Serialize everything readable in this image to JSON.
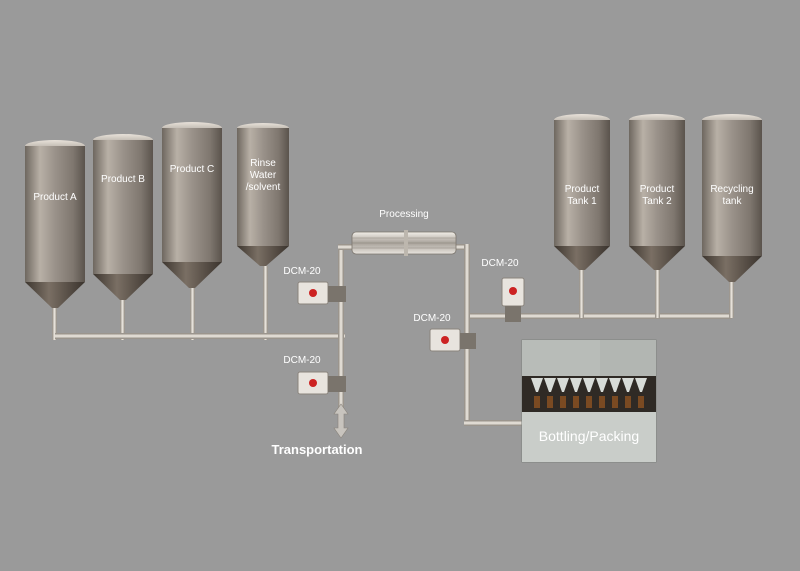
{
  "tanks": {
    "product_a": "Product A",
    "product_b": "Product B",
    "product_c": "Product C",
    "rinse_l1": "Rinse",
    "rinse_l2": "Water",
    "rinse_l3": "/solvent",
    "product_tank_1_l1": "Product",
    "product_tank_1_l2": "Tank 1",
    "product_tank_2_l1": "Product",
    "product_tank_2_l2": "Tank 2",
    "recycling_l1": "Recycling",
    "recycling_l2": "tank"
  },
  "processing": "Processing",
  "meters": {
    "m1": "DCM-20",
    "m2": "DCM-20",
    "m3": "DCM-20",
    "m4": "DCM-20"
  },
  "transportation": "Transportation",
  "bottling": "Bottling/Packing",
  "colors": {
    "background": "#9a9a9a",
    "steel": "#a09890",
    "pipe": "#d8d2c8",
    "meter_red": "#cc2222"
  }
}
